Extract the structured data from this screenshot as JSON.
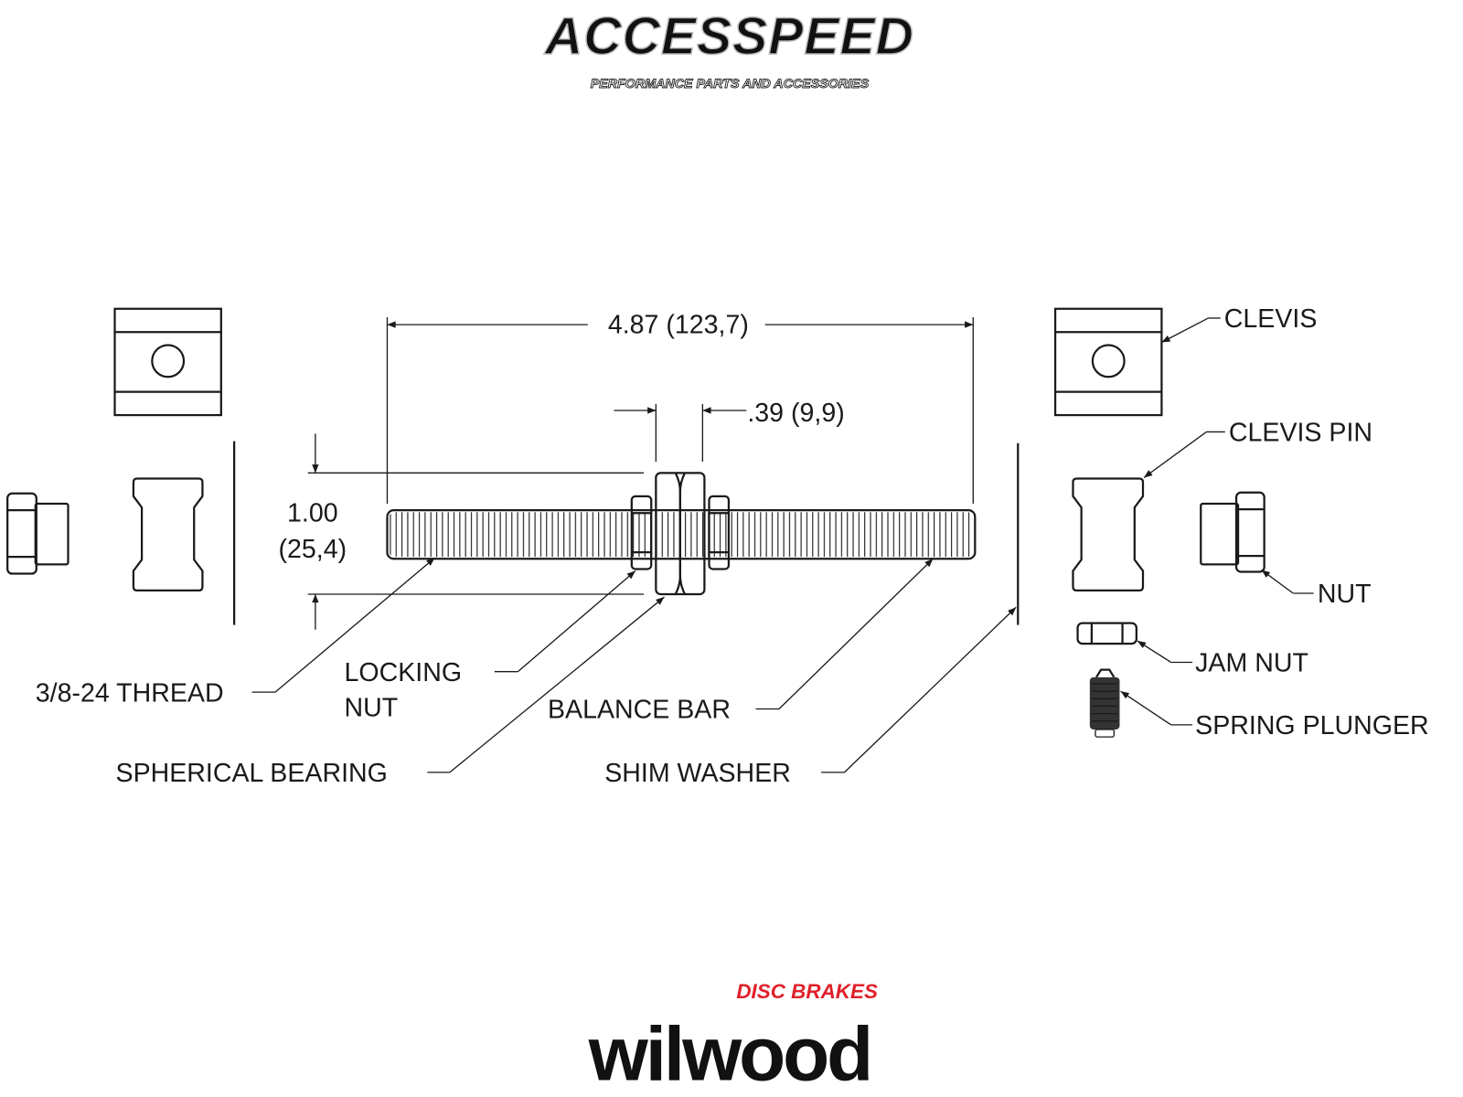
{
  "header_logo": {
    "name": "ACCESSPEED",
    "tagline": "PERFORMANCE PARTS AND ACCESSORIES"
  },
  "footer_logo": {
    "name": "wilwood",
    "tagline": "DISC BRAKES",
    "accent_color": "#e0202a"
  },
  "dimensions": {
    "overall_length": "4.87 (123,7)",
    "bearing_width": ".39 (9,9)",
    "bearing_height_in": "1.00",
    "bearing_height_mm": "(25,4)"
  },
  "labels": {
    "clevis": "CLEVIS",
    "clevis_pin": "CLEVIS PIN",
    "nut": "NUT",
    "jam_nut": "JAM NUT",
    "spring_plunger": "SPRING PLUNGER",
    "thread": "3/8-24 THREAD",
    "locking_nut_1": "LOCKING",
    "locking_nut_2": "NUT",
    "spherical_bearing": "SPHERICAL BEARING",
    "balance_bar": "BALANCE BAR",
    "shim_washer": "SHIM WASHER"
  }
}
